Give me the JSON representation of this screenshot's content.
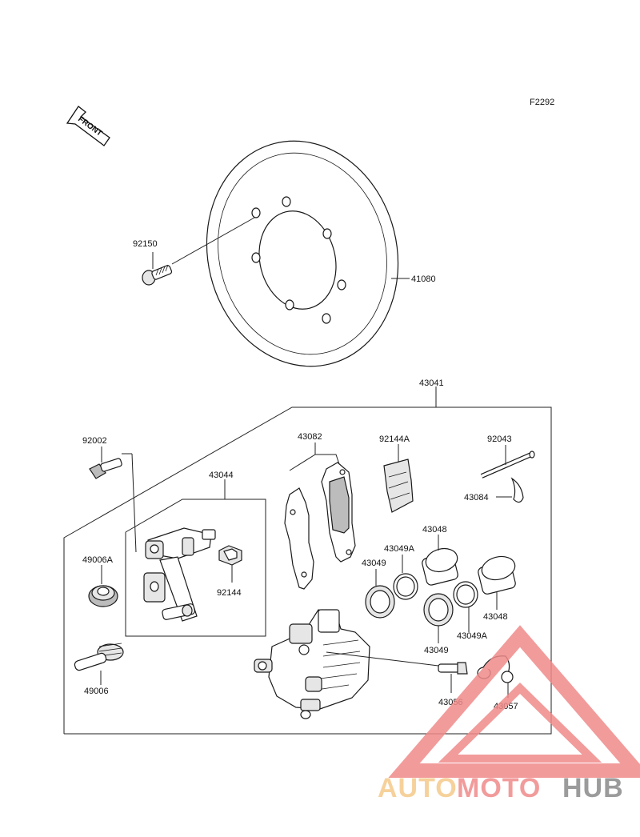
{
  "figure_code": "F2292",
  "front_arrow_label": "FRONT",
  "callouts": {
    "rotor_bolt": "92150",
    "disc": "41080",
    "caliper_assy": "43041",
    "bleeder_bolt": "92002",
    "pad_set": "43082",
    "pad_spring": "92144A",
    "pad_pin": "92043",
    "pin_clip": "43084",
    "bracket_assy": "43044",
    "boot_a": "49006A",
    "spring_clip": "92144",
    "seal_a_left": "43049A",
    "seal_left": "43049",
    "piston_left": "43048",
    "piston_right": "43048",
    "seal_right": "43049",
    "seal_a_right": "43049A",
    "slide_pin": "49006",
    "bleeder_valve": "43056",
    "bleeder_cap": "43057"
  },
  "watermark": {
    "part1": "AUTO",
    "part2": "MOTO",
    "part3": "HUB",
    "color_primary": "#f08a8a",
    "color_secondary": "#f5c98a",
    "color_dark": "#8a8a8a"
  }
}
